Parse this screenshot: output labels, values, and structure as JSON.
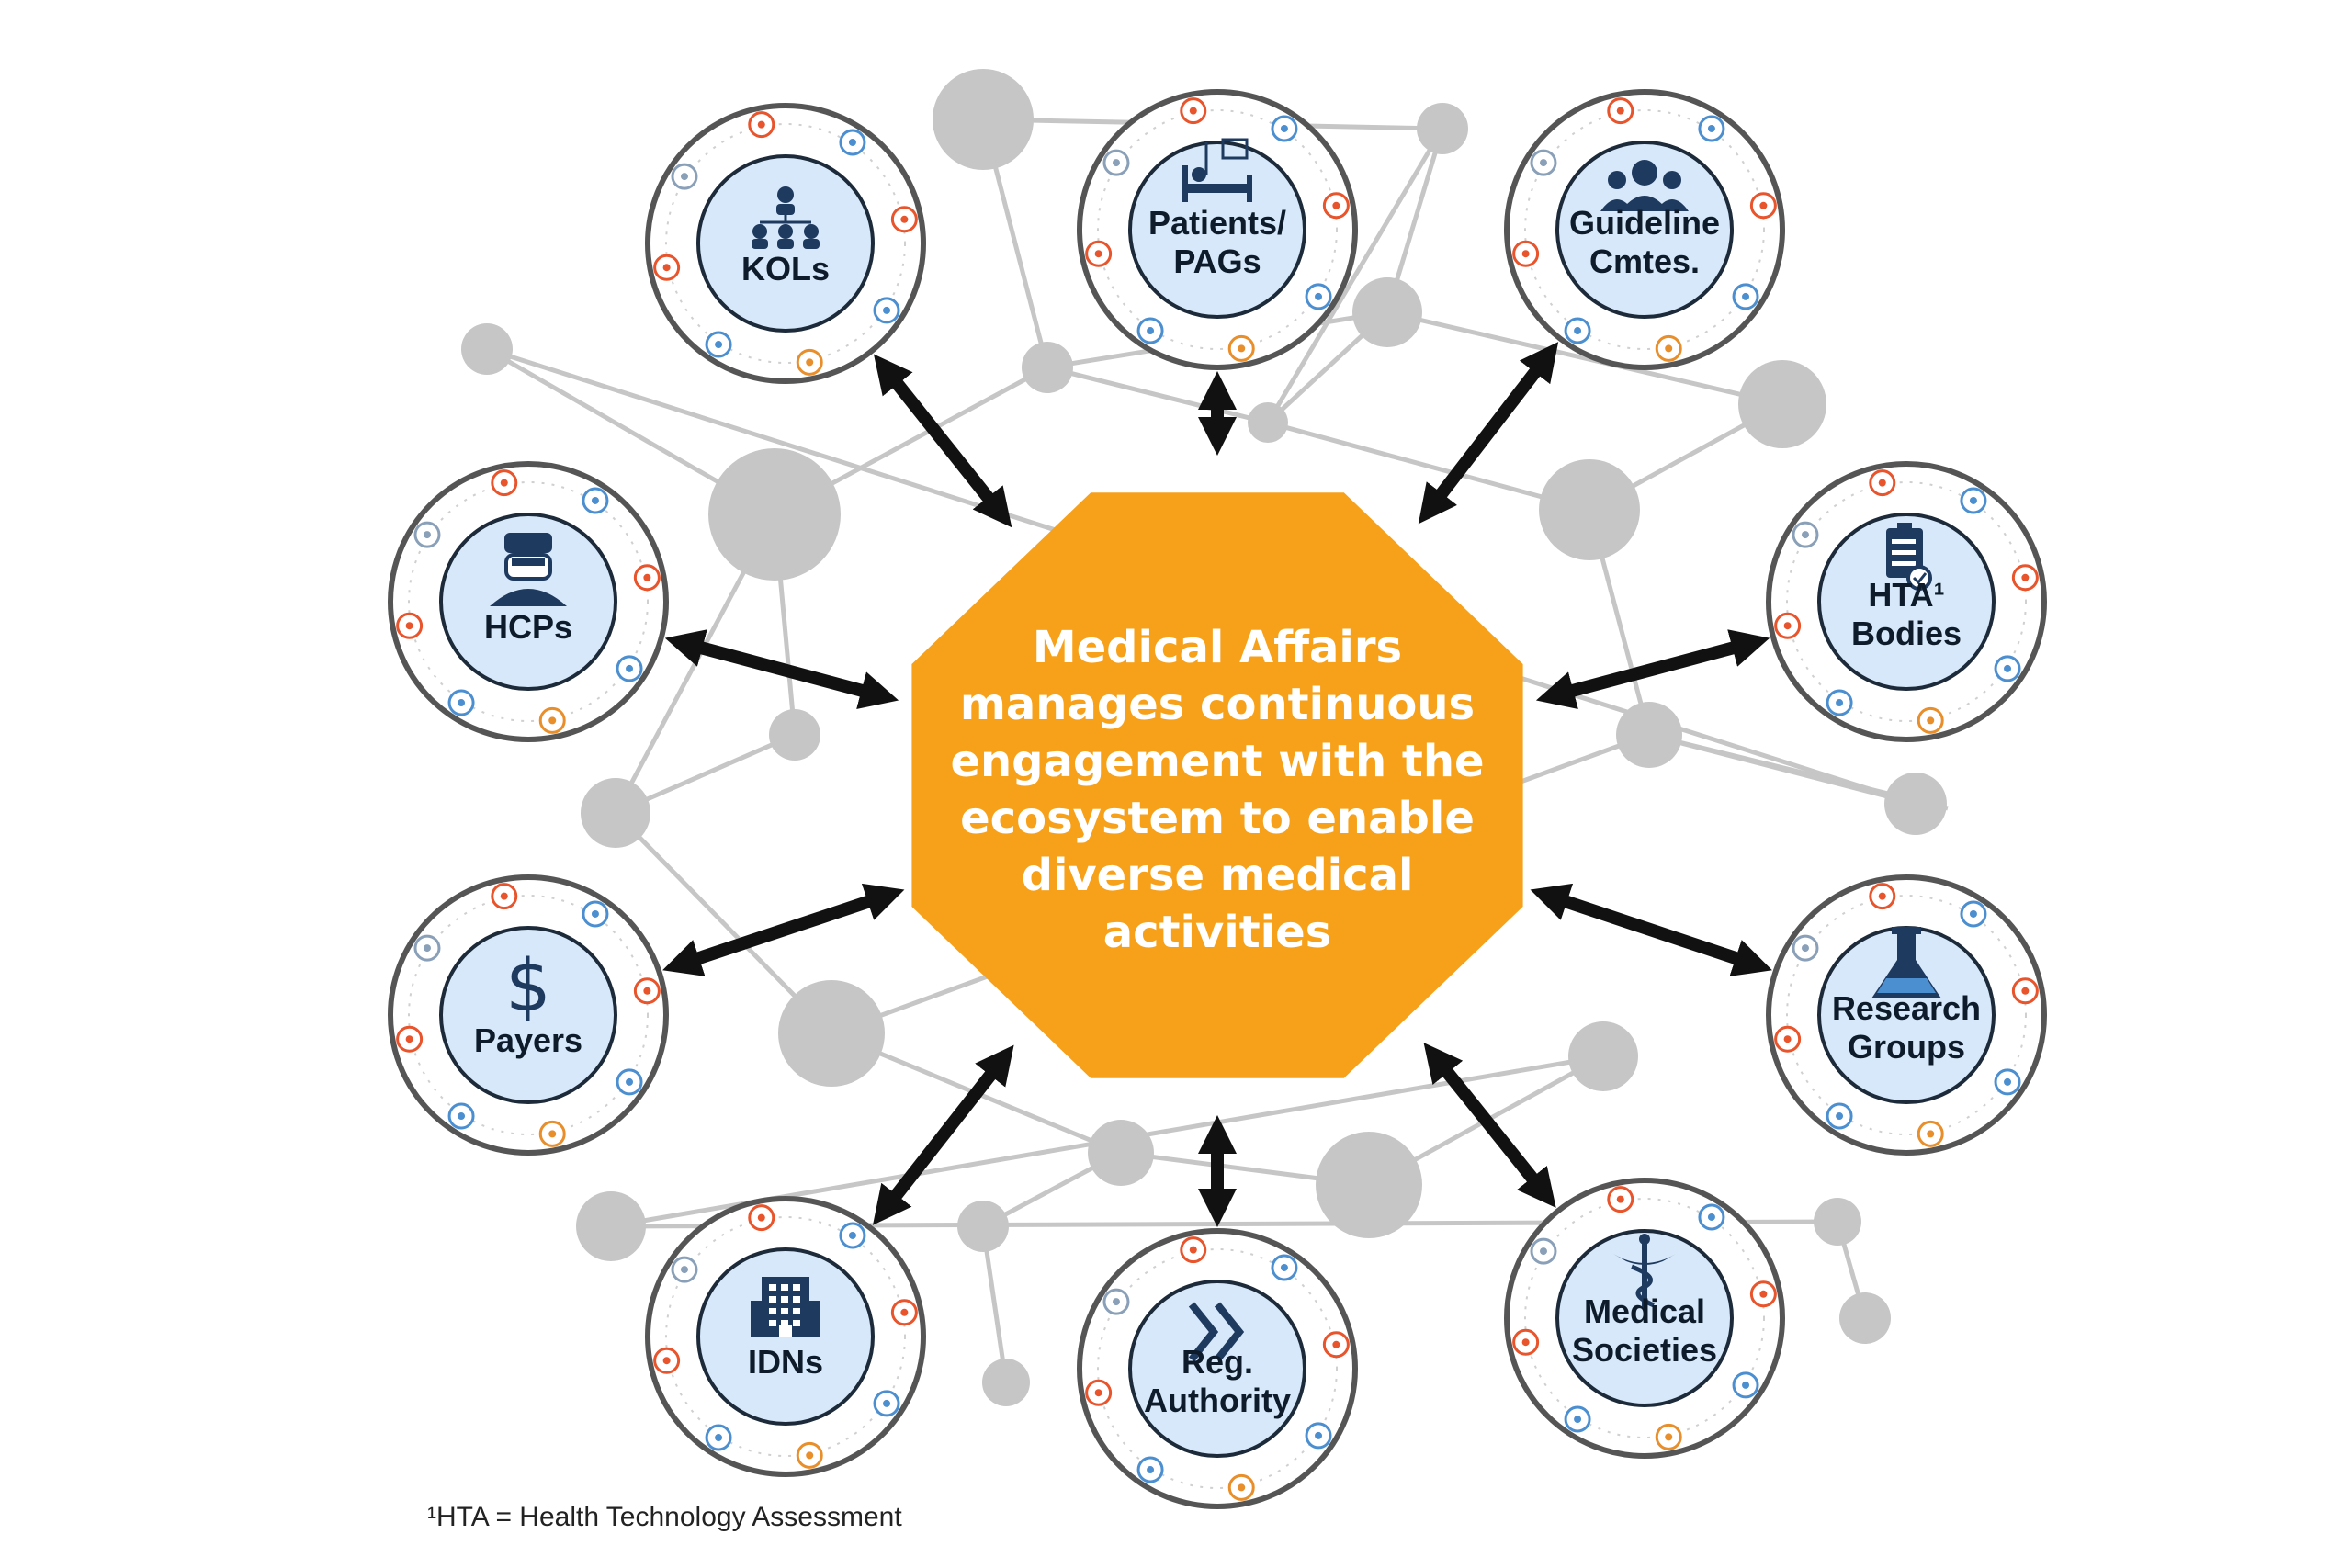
{
  "center": {
    "lines": [
      "Medical Affairs",
      "manages continuous",
      "engagement with the",
      "ecosystem to enable",
      "diverse medical",
      "activities"
    ],
    "color": "#f7a11a"
  },
  "nodes": [
    {
      "id": "kols",
      "lines": [
        "KOLs"
      ],
      "icon": "kol-network-icon"
    },
    {
      "id": "patients",
      "lines": [
        "Patients/",
        "PAGs"
      ],
      "icon": "hospital-bed-icon"
    },
    {
      "id": "guideline",
      "lines": [
        "Guideline",
        "Cmtes."
      ],
      "icon": "group-icon"
    },
    {
      "id": "hcps",
      "lines": [
        "HCPs"
      ],
      "icon": "doctor-icon"
    },
    {
      "id": "hta",
      "lines": [
        "HTA¹",
        "Bodies"
      ],
      "icon": "clipboard-check-icon"
    },
    {
      "id": "payers",
      "lines": [
        "Payers"
      ],
      "icon": "dollar-icon"
    },
    {
      "id": "research",
      "lines": [
        "Research",
        "Groups"
      ],
      "icon": "flask-icon"
    },
    {
      "id": "idns",
      "lines": [
        "IDNs"
      ],
      "icon": "building-icon"
    },
    {
      "id": "regulatory",
      "lines": [
        "Reg.",
        "Authority"
      ],
      "icon": "double-chevron-icon"
    },
    {
      "id": "societies",
      "lines": [
        "Medical",
        "Societies"
      ],
      "icon": "caduceus-icon"
    }
  ],
  "footnote": "¹HTA = Health Technology Assessment",
  "colors": {
    "network": "#c6c6c6",
    "ring": "#555555",
    "inner_fill": "#d6e8f9",
    "arrow": "#111111",
    "icon": "#1f3a5f"
  }
}
